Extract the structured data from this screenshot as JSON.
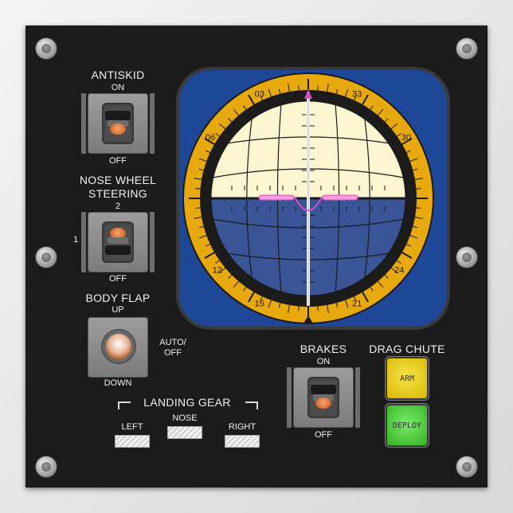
{
  "panel": {
    "antiskid": {
      "title": "ANTISKID",
      "top_label": "ON",
      "bottom_label": "OFF"
    },
    "nose_wheel": {
      "title_line1": "NOSE WHEEL",
      "title_line2": "STEERING",
      "top_label": "2",
      "left_label": "1",
      "bottom_label": "OFF"
    },
    "body_flap": {
      "title": "BODY FLAP",
      "top_label": "UP",
      "right_label_1": "AUTO/",
      "right_label_2": "OFF",
      "bottom_label": "DOWN"
    },
    "landing_gear": {
      "title": "LANDING GEAR",
      "left": "LEFT",
      "nose": "NOSE",
      "right": "RIGHT"
    },
    "brakes": {
      "title": "BRAKES",
      "top_label": "ON",
      "bottom_label": "OFF"
    },
    "drag_chute": {
      "title": "DRAG CHUTE",
      "arm_label": "ARM",
      "deploy_label": "DEPLOY",
      "arm_color": "#f0d21e",
      "deploy_color": "#4ccf3a"
    }
  },
  "adi": {
    "compass_labels": [
      "03",
      "33",
      "06",
      "30",
      "12",
      "24",
      "15",
      "21"
    ],
    "sky_color": "#fbf6cf",
    "ground_color": "#3a5597",
    "bezel_color": "#e8a90f",
    "background_color": "#1e4897",
    "marker_color": "#d84fc6"
  }
}
